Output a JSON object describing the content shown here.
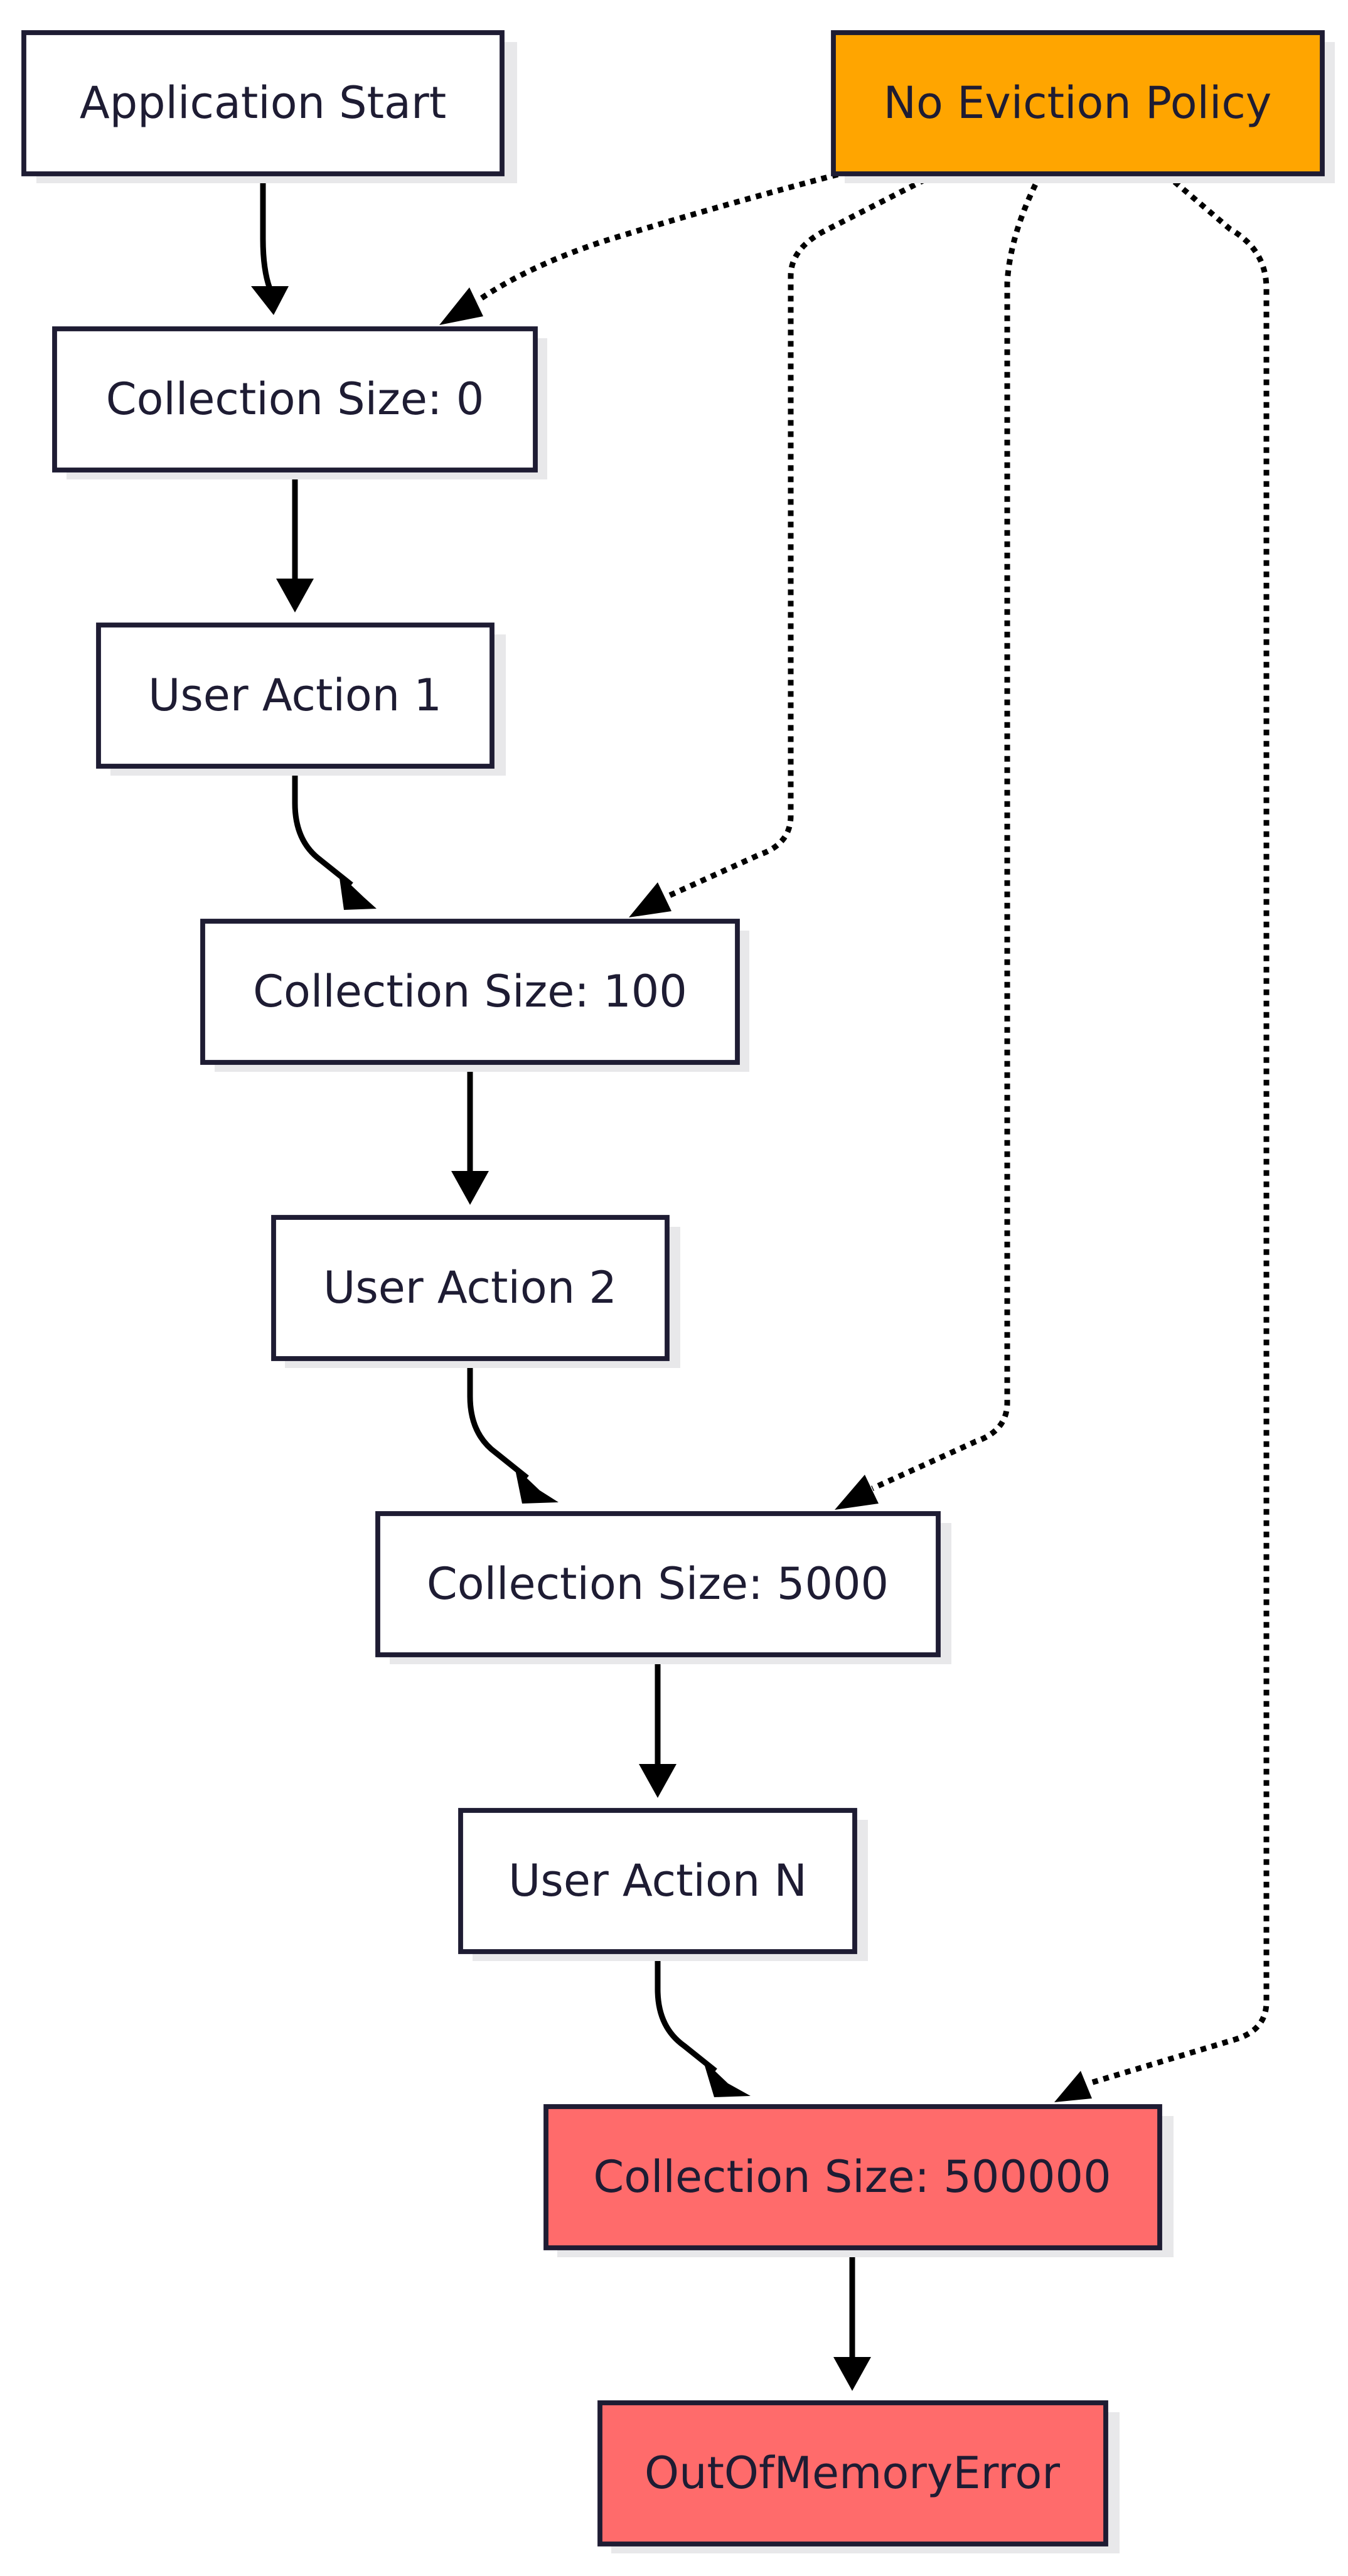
{
  "nodes": {
    "app_start": {
      "label": "Application Start"
    },
    "no_eviction": {
      "label": "No Eviction Policy",
      "fill": "#ffa500"
    },
    "size_0": {
      "label": "Collection Size: 0"
    },
    "user_action_1": {
      "label": "User Action 1"
    },
    "size_100": {
      "label": "Collection Size: 100"
    },
    "user_action_2": {
      "label": "User Action 2"
    },
    "size_5000": {
      "label": "Collection Size: 5000"
    },
    "user_action_n": {
      "label": "User Action N"
    },
    "size_500000": {
      "label": "Collection Size: 500000",
      "fill": "#ff6b6b"
    },
    "oom": {
      "label": "OutOfMemoryError",
      "fill": "#ff6b6b"
    }
  },
  "edges": [
    {
      "from": "Application Start",
      "to": "Collection Size: 0",
      "style": "solid"
    },
    {
      "from": "Collection Size: 0",
      "to": "User Action 1",
      "style": "solid"
    },
    {
      "from": "User Action 1",
      "to": "Collection Size: 100",
      "style": "solid"
    },
    {
      "from": "Collection Size: 100",
      "to": "User Action 2",
      "style": "solid"
    },
    {
      "from": "User Action 2",
      "to": "Collection Size: 5000",
      "style": "solid"
    },
    {
      "from": "Collection Size: 5000",
      "to": "User Action N",
      "style": "solid"
    },
    {
      "from": "User Action N",
      "to": "Collection Size: 500000",
      "style": "solid"
    },
    {
      "from": "Collection Size: 500000",
      "to": "OutOfMemoryError",
      "style": "solid"
    },
    {
      "from": "No Eviction Policy",
      "to": "Collection Size: 0",
      "style": "dotted"
    },
    {
      "from": "No Eviction Policy",
      "to": "Collection Size: 100",
      "style": "dotted"
    },
    {
      "from": "No Eviction Policy",
      "to": "Collection Size: 5000",
      "style": "dotted"
    },
    {
      "from": "No Eviction Policy",
      "to": "Collection Size: 500000",
      "style": "dotted"
    }
  ]
}
